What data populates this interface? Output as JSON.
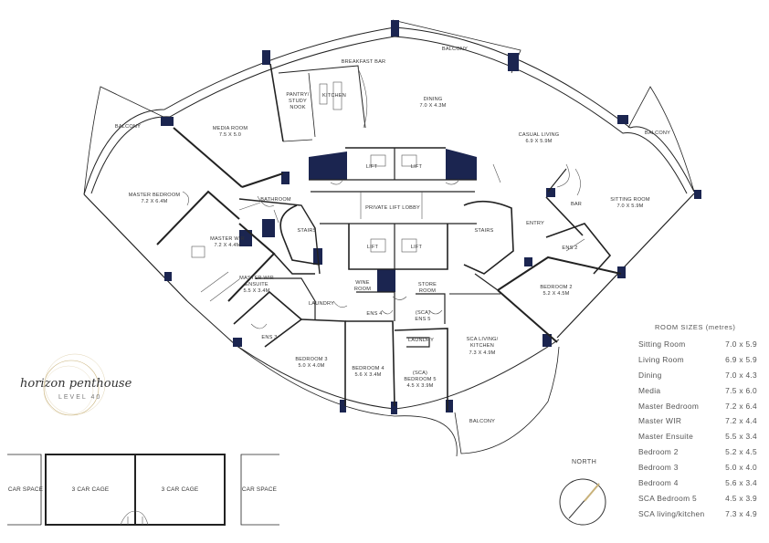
{
  "rooms": {
    "balcony_top": "BALCONY",
    "breakfast_bar": "BREAKFAST BAR",
    "pantry": [
      "PANTRY/",
      "STUDY",
      "NOOK"
    ],
    "kitchen": "KITCHEN",
    "dining": [
      "DINING",
      "7.0 X 4.3M"
    ],
    "media_room": [
      "MEDIA ROOM",
      "7.5 X 5.0"
    ],
    "balcony_left": "BALCONY",
    "balcony_right": "BALCONY",
    "casual_living": [
      "CASUAL LIVING",
      "6.9 X 5.9M"
    ],
    "lift_1": "LIFT",
    "lift_2": "LIFT",
    "lift_3": "LIFT",
    "lift_4": "LIFT",
    "master_bedroom": [
      "MASTER BEDROOM",
      "7.2 X 6.4M"
    ],
    "bathroom": "BATHROOM",
    "private_lift_lobby": "PRIVATE LIFT LOBBY",
    "bar": "BAR",
    "sitting_room": [
      "SITTING ROOM",
      "7.0 X 5.9M"
    ],
    "master_wir": [
      "MASTER WIR",
      "7.2 X 4.4M"
    ],
    "stairs_left": "STAIRS",
    "stairs_right": "STAIRS",
    "entry": "ENTRY",
    "ens_2": "ENS 2",
    "master_wir_ensuite": [
      "MASTER WIR",
      "ENSUITE",
      "5.5 X 3.4M"
    ],
    "wine_room": [
      "WINE",
      "ROOM"
    ],
    "store_room": [
      "STORE",
      "ROOM"
    ],
    "bedroom_2": [
      "BEDROOM 2",
      "5.2 X 4.5M"
    ],
    "laundry_left": "LAUNDRY",
    "ens_4": "ENS 4",
    "sca_ens_5": [
      "(SCA)",
      "ENS 5"
    ],
    "ens_3": "ENS 3",
    "laundry_right": "LAUNDRY",
    "sca_living": [
      "SCA LIVING/",
      "KITCHEN",
      "7.3 X 4.9M"
    ],
    "bedroom_3": [
      "BEDROOM 3",
      "5.0 X 4.0M"
    ],
    "bedroom_4": [
      "BEDROOM 4",
      "5.6 X 3.4M"
    ],
    "sca_bedroom_5": [
      "(SCA)",
      "BEDROOM 5",
      "4.5 X 3.9M"
    ],
    "balcony_bottom": "BALCONY"
  },
  "carpark": {
    "car_space_left": "CAR SPACE",
    "cage_1": "3 CAR CAGE",
    "cage_2": "3 CAR CAGE",
    "car_space_right": "CAR SPACE"
  },
  "logo": {
    "name": "horizon penthouse",
    "level": "LEVEL 40"
  },
  "north": "NORTH",
  "room_sizes": {
    "title": "ROOM SIZES (metres)",
    "rows": [
      {
        "name": "Sitting Room",
        "size": "7.0 x 5.9"
      },
      {
        "name": "Living Room",
        "size": "6.9 x 5.9"
      },
      {
        "name": "Dining",
        "size": "7.0 x 4.3"
      },
      {
        "name": "Media",
        "size": "7.5 x 6.0"
      },
      {
        "name": "Master Bedroom",
        "size": "7.2 x 6.4"
      },
      {
        "name": "Master WIR",
        "size": "7.2 x 4.4"
      },
      {
        "name": "Master Ensuite",
        "size": "5.5 x 3.4"
      },
      {
        "name": "Bedroom 2",
        "size": "5.2 x 4.5"
      },
      {
        "name": "Bedroom 3",
        "size": "5.0 x 4.0"
      },
      {
        "name": "Bedroom 4",
        "size": "5.6 x 3.4"
      },
      {
        "name": "SCA Bedroom 5",
        "size": "4.5 x 3.9"
      },
      {
        "name": "SCA living/kitchen",
        "size": "7.3 x 4.9"
      }
    ]
  },
  "colors": {
    "accent_navy": "#1b2550",
    "logo_gold": "#c9b27a"
  }
}
